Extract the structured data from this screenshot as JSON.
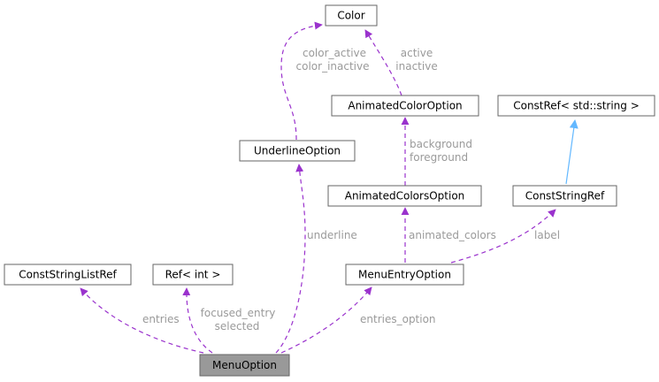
{
  "nodes": {
    "color": "Color",
    "animated_color_option": "AnimatedColorOption",
    "const_ref_string": "ConstRef< std::string >",
    "underline_option": "UnderlineOption",
    "animated_colors_option": "AnimatedColorsOption",
    "const_string_ref": "ConstStringRef",
    "const_string_list_ref": "ConstStringListRef",
    "ref_int": "Ref< int >",
    "menu_entry_option": "MenuEntryOption",
    "menu_option": "MenuOption"
  },
  "edge_labels": {
    "color_active": "color_active",
    "color_inactive": "color_inactive",
    "active": "active",
    "inactive": "inactive",
    "background": "background",
    "foreground": "foreground",
    "underline": "underline",
    "animated_colors": "animated_colors",
    "label": "label",
    "entries": "entries",
    "focused_entry": "focused_entry",
    "selected": "selected",
    "entries_option": "entries_option"
  },
  "colors": {
    "usage_edge": "#9a32cd",
    "inheritance_edge": "#63b8ff",
    "node_border": "#666666",
    "highlight_fill": "#999999"
  }
}
